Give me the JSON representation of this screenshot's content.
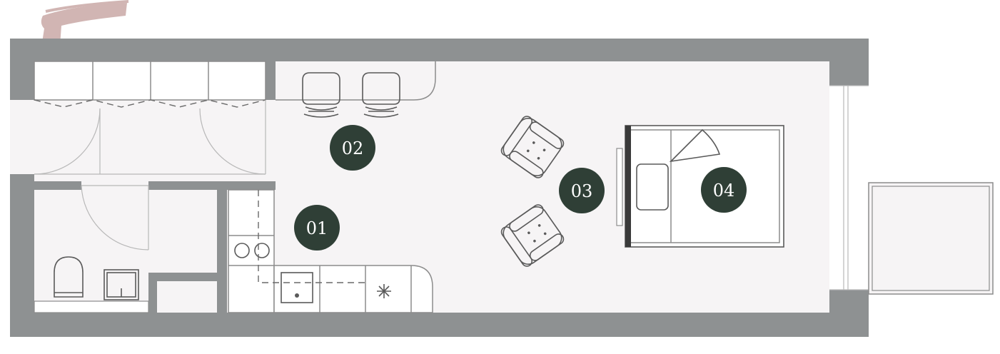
{
  "colors": {
    "wall": "#8e9192",
    "floor": "#f6f4f5",
    "marker": "#2f3f36",
    "marker_text": "#ffffff",
    "logo": "#c9a9a6"
  },
  "logo": {
    "glyph": "E"
  },
  "markers": [
    {
      "label": "01",
      "room": "kitchen"
    },
    {
      "label": "02",
      "room": "bar-counter"
    },
    {
      "label": "03",
      "room": "lounge"
    },
    {
      "label": "04",
      "room": "bed"
    }
  ]
}
